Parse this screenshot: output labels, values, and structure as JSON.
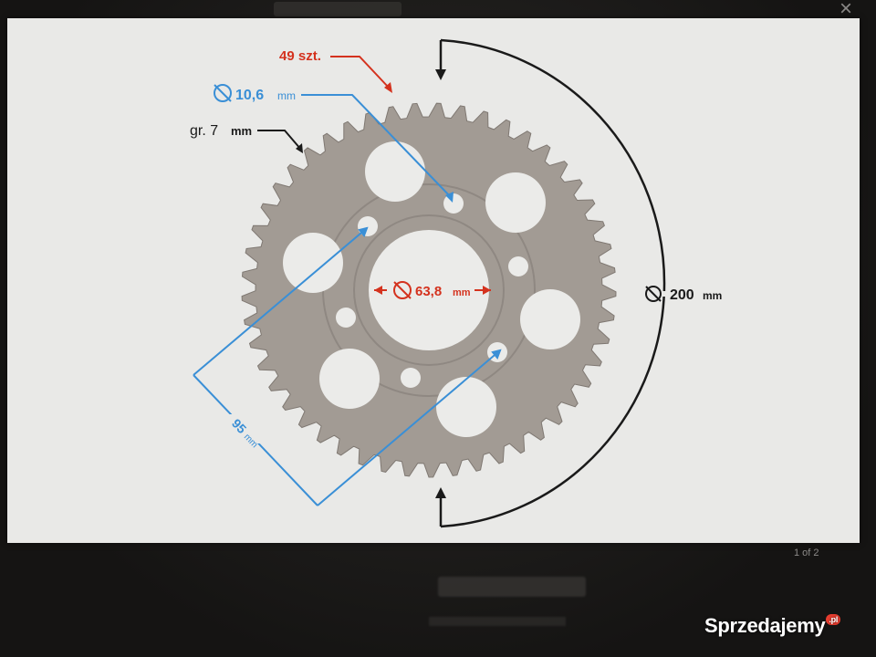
{
  "colors": {
    "sprocket": "#a29b94",
    "red_label": "#d4321e",
    "blue_label": "#3a8fd6",
    "black_label": "#1a1a1a",
    "background": "#e9e9e7"
  },
  "sprocket": {
    "teeth_label": "49 szt.",
    "hole_diameter_value": "10,6",
    "hole_diameter_unit": "mm",
    "thickness_value": "gr. 7",
    "thickness_unit": "mm",
    "center_diameter_value": "63,8",
    "center_diameter_unit": "mm",
    "outer_diameter_value": "200",
    "outer_diameter_unit": "mm",
    "bolt_circle_value": "95",
    "bolt_circle_unit": "mm"
  },
  "viewer": {
    "close_icon": "×",
    "page_counter": "1 of 2"
  },
  "watermark": {
    "text": "Sprzedajemy",
    "suffix": ".pl"
  }
}
